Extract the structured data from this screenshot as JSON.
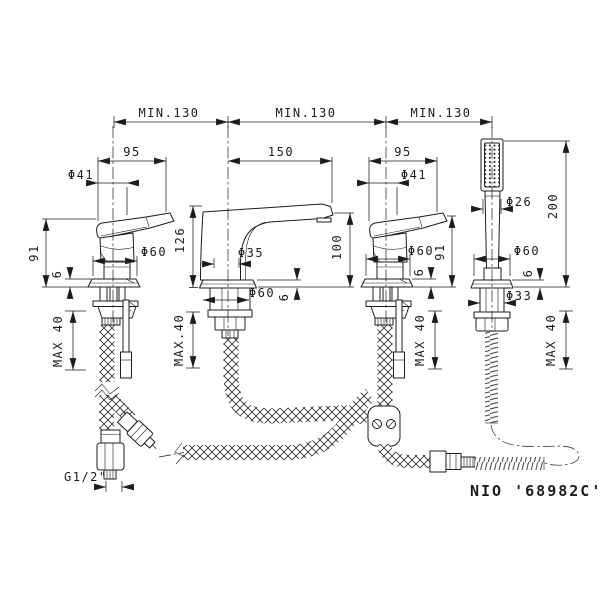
{
  "colors": {
    "line": "#1c1c1c",
    "bg": "#ffffff"
  },
  "drawing": {
    "top_dims": {
      "seg1": "MIN.130",
      "seg2": "MIN.130",
      "seg3": "MIN.130"
    },
    "left_valve": {
      "width": "95",
      "handle_dia": "Φ41",
      "height": "91",
      "deck": "6",
      "flange_dia": "Φ60",
      "clamp": "MAX 40"
    },
    "spout": {
      "reach": "150",
      "height": "126",
      "body_dia": "Φ35",
      "outlet_height": "100",
      "deck": "6",
      "flange_dia": "Φ60",
      "clamp": "MAX.40"
    },
    "right_valve": {
      "width": "95",
      "handle_dia": "Φ41",
      "flange_dia": "Φ60",
      "height": "91",
      "deck": "6",
      "clamp": "MAX 40"
    },
    "handshower": {
      "handle_dia": "Φ26",
      "height": "200",
      "flange_dia": "Φ60",
      "deck": "6",
      "shank_dia": "Φ33",
      "clamp": "MAX 40"
    },
    "supply_thread": "G1/2\"",
    "model": "NIO '68982C'"
  }
}
